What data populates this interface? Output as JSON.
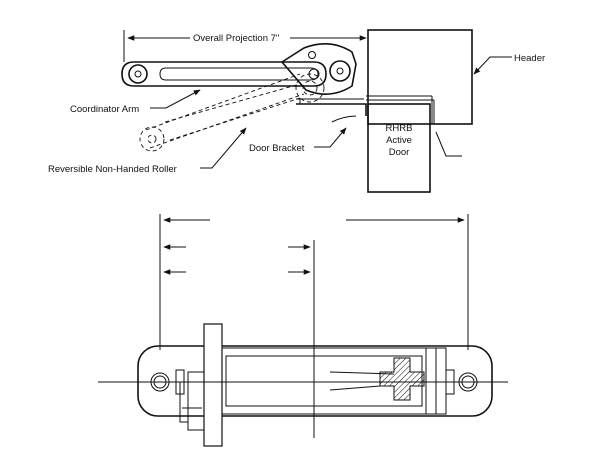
{
  "labels": {
    "overall_projection": "Overall Projection 7\"",
    "header": "Header",
    "coordinator_arm": "Coordinator Arm",
    "door_bracket": "Door Bracket",
    "roller": "Reversible Non-Handed Roller",
    "door_line1": "RHRB",
    "door_line2": "Active",
    "door_line3": "Door"
  },
  "colors": {
    "line": "#111111",
    "background": "#ffffff"
  }
}
